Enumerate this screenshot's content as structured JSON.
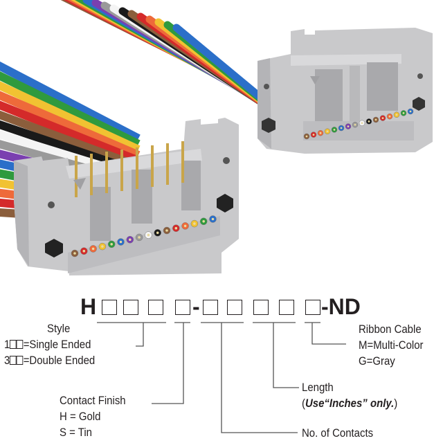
{
  "part_number": {
    "prefix": "H",
    "separator": "-",
    "suffix": "-ND",
    "slot_count_first_group": 4,
    "slot_count_second_group": 5
  },
  "style": {
    "title": "Style",
    "options": [
      {
        "code": "1",
        "text": "=Single Ended"
      },
      {
        "code": "3",
        "text": "=Double Ended"
      }
    ]
  },
  "contact_finish": {
    "title": "Contact Finish",
    "options": [
      "H = Gold",
      "S = Tin"
    ]
  },
  "contacts": {
    "title": "No. of Contacts"
  },
  "length": {
    "title": "Length",
    "note_open": "(",
    "note_bold": "Use“Inches” only.",
    "note_close": ")"
  },
  "ribbon_cable": {
    "title": "Ribbon Cable",
    "options": [
      "M=Multi-Color",
      "G=Gray"
    ]
  },
  "colors": {
    "connector_body": "#c9c9cb",
    "connector_shadow": "#a9a9ac",
    "pin_gold": "#c9a54a",
    "wires": [
      "#8b5e3c",
      "#d42a2a",
      "#ee6a3a",
      "#f1c232",
      "#2f9a3e",
      "#2b6fc9",
      "#7a3fb0",
      "#9a9a9a",
      "#f4f4f4",
      "#1a1a1a",
      "#8b5e3c",
      "#d42a2a",
      "#ee6a3a",
      "#f1c232",
      "#2f9a3e",
      "#2b6fc9"
    ]
  }
}
